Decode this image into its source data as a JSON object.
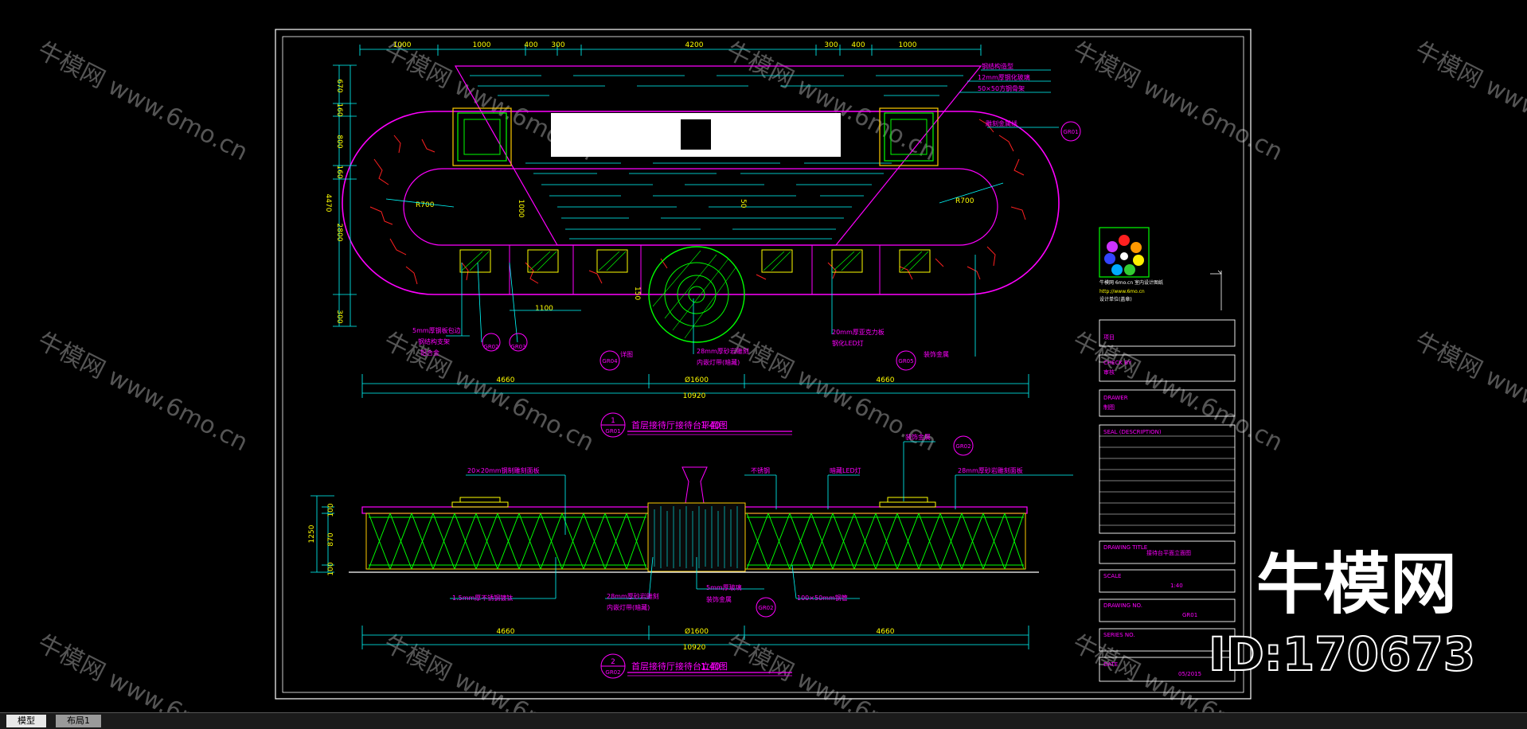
{
  "watermark": {
    "text": "牛模网 www.6mo.cn"
  },
  "brand": {
    "logo_text": "牛模网",
    "id_text": "ID:170673"
  },
  "tabs": [
    {
      "label": "模型",
      "active": true
    },
    {
      "label": "布局1",
      "active": false
    }
  ],
  "plan": {
    "dims_top": [
      "1000",
      "1000",
      "400",
      "300",
      "4200",
      "300",
      "400",
      "1000"
    ],
    "dims_left": [
      "670",
      "160",
      "800",
      "160",
      "4470",
      "1000",
      "2800",
      "300"
    ],
    "dims_bottom": [
      "4660",
      "Ø1600",
      "4660"
    ],
    "overall": "10920",
    "radius_left": "R700",
    "radius_right": "R700",
    "dim_1100": "1100",
    "dim_1000": "1000",
    "dim_150": "150",
    "dim_50": "50",
    "callouts_right": [
      "钢结构造型",
      "12mm厚钢化玻璃",
      "50×50方钢骨架",
      "雕刻金属线"
    ],
    "note_left": [
      "5mm厚钢板包边",
      "钢结构支架",
      "铝合金"
    ],
    "note_mid": [
      "28mm厚砂岩雕刻",
      "内嵌灯带(暗藏)"
    ],
    "note_right": [
      "20mm厚亚克力板",
      "钢化LED灯"
    ],
    "tag_center": "详图",
    "tag_right1": "装饰金属",
    "circle_tags": [
      "GR01",
      "GR02",
      "GR03",
      "GR04",
      "GR05"
    ],
    "title_text": "首层接待厅接待台平面图",
    "title_scale": "1:40"
  },
  "elev": {
    "dims_left": [
      "1250",
      "100",
      "870",
      "100"
    ],
    "dims_bottom": [
      "4660",
      "Ø1600",
      "4660"
    ],
    "overall": "10920",
    "notes_top": [
      "20×20mm钢制雕刻面板",
      "不锈钢",
      "暗藏LED灯",
      "装饰金属",
      "28mm厚砂岩雕刻面板"
    ],
    "notes_bottom": [
      "1.5mm厚不锈钢镀钛",
      "28mm厚砂岩雕刻",
      "内嵌灯带(暗藏)",
      "5mm厚玻璃",
      "装饰金属",
      "100×50mm钢管"
    ],
    "tag": "GR02",
    "title_text": "首层接待厅接待台立面图",
    "title_scale": "1:40"
  },
  "title_block": {
    "company_lines": [
      "牛模网 6mo.cn 室内设计图纸",
      "http://www.6mo.cn",
      "设计单位(盖章)"
    ],
    "fields": [
      {
        "label": "项目",
        "value": ""
      },
      {
        "label": "CHECK BY",
        "value": "审核"
      },
      {
        "label": "DRAWER",
        "value": "制图"
      },
      {
        "label": "SEAL (DESCRIPTION)",
        "value": ""
      },
      {
        "label": "DRAWING TITLE",
        "value": "接待台平面立面图"
      },
      {
        "label": "SCALE",
        "value": "1:40"
      },
      {
        "label": "DRAWING NO.",
        "value": "GR01"
      },
      {
        "label": "SERIES NO.",
        "value": ""
      },
      {
        "label": "DATE",
        "value": "05/2015"
      }
    ]
  },
  "colors": {
    "background": "#000000",
    "cyan": "#00ffff",
    "magenta": "#ff00ff",
    "red": "#ff2020",
    "green": "#00ff00",
    "yellow": "#ffff00",
    "white": "#ffffff"
  }
}
